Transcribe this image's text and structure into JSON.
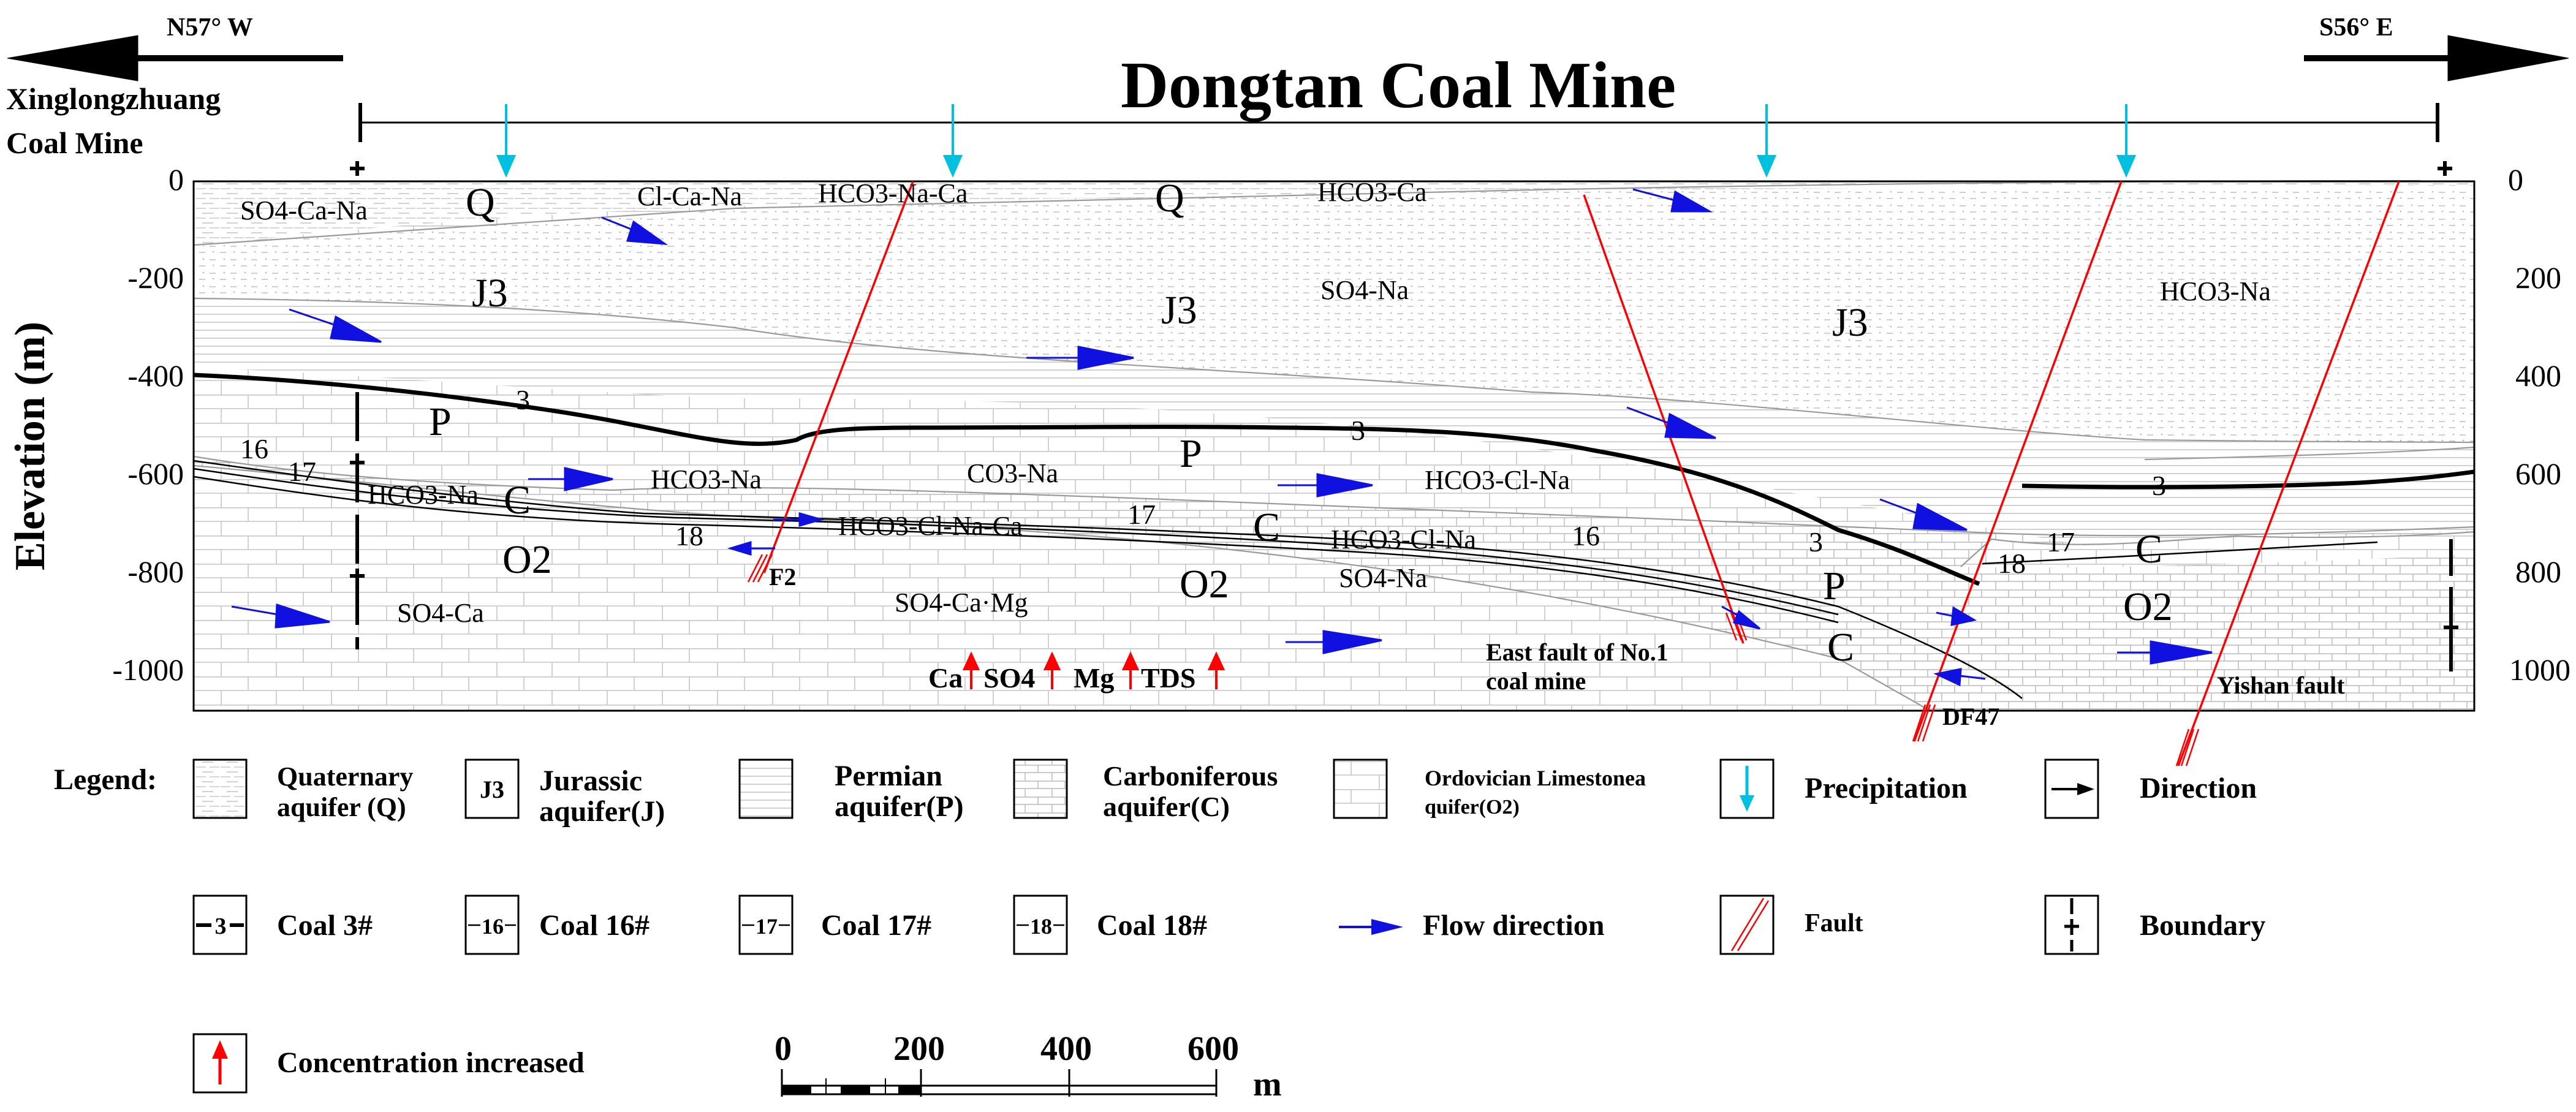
{
  "title": "Dongtan Coal Mine",
  "left_mine": [
    "Xinglongzhuang",
    "Coal Mine"
  ],
  "dir_left": "N57° W",
  "dir_right": "S56° E",
  "y_axis": {
    "label": "Elevation (m)",
    "ticks_left": [
      "0",
      "-200",
      "-400",
      "-600",
      "-800",
      "-1000"
    ],
    "ticks_right": [
      "0",
      "200",
      "400",
      "600",
      "800",
      "1000"
    ]
  },
  "strata": {
    "q": [
      "Q",
      "Q"
    ],
    "j": [
      "J3",
      "J3",
      "J3"
    ],
    "p": [
      "P",
      "P",
      "P"
    ],
    "c": [
      "C",
      "C",
      "C",
      "C"
    ],
    "o": [
      "O2",
      "O2",
      "O2"
    ]
  },
  "water_types": {
    "so4_ca_na": "SO4-Ca-Na",
    "cl_ca_na": "Cl-Ca-Na",
    "hco3_na_ca": "HCO3-Na-Ca",
    "hco3_ca": "HCO3-Ca",
    "so4_na_1": "SO4-Na",
    "hco3_na_1": "HCO3-Na",
    "hco3_na_2": "HCO3-Na",
    "hco3_na_3": "HCO3-Na",
    "co3_na": "CO3-Na",
    "hco3_cl_na_1": "HCO3-Cl-Na",
    "hco3_cl_na_ca": "HCO3-Cl-Na-Ca",
    "hco3_cl_na_2": "HCO3-Cl-Na",
    "so4_na_2": "SO4-Na",
    "so4_ca": "SO4-Ca",
    "so4_ca_mg": "SO4-Ca·Mg"
  },
  "coal_labels": {
    "c3": [
      "3",
      "3",
      "3",
      "3"
    ],
    "c16": [
      "16",
      "16"
    ],
    "c17": [
      "17",
      "17",
      "17"
    ],
    "c18": [
      "18",
      "18"
    ]
  },
  "faults": {
    "f2": "F2",
    "east": [
      "East fault of No.1",
      "coal mine"
    ],
    "df47": "DF47",
    "yishan": "Yishan fault"
  },
  "concentration": [
    "Ca",
    "SO4",
    "Mg",
    "TDS"
  ],
  "legend": {
    "title": "Legend:",
    "quaternary": [
      "Quaternary",
      "aquifer (Q)"
    ],
    "jurassic_sym": "J3",
    "jurassic": [
      "Jurassic",
      "aquifer(J)"
    ],
    "permian": [
      "Permian",
      "aquifer(P)"
    ],
    "carboniferous": [
      "Carboniferous",
      "aquifer(C)"
    ],
    "ordovician": [
      "Ordovician Limestonea",
      "quifer(O2)"
    ],
    "precipitation": "Precipitation",
    "direction": "Direction",
    "coal3_sym": "3",
    "coal3": "Coal 3#",
    "coal16_sym": "16",
    "coal16": "Coal 16#",
    "coal17_sym": "17",
    "coal17": "Coal 17#",
    "coal18_sym": "18",
    "coal18": "Coal 18#",
    "flow": "Flow direction",
    "fault": "Fault",
    "boundary": "Boundary",
    "concentration": "Concentration increased"
  },
  "scale": {
    "ticks": [
      "0",
      "200",
      "400",
      "600"
    ],
    "unit": "m"
  },
  "colors": {
    "fault": "#ff0000",
    "flow": "#1010e0",
    "precipitation": "#00c0e0",
    "increase": "#ff0000"
  }
}
